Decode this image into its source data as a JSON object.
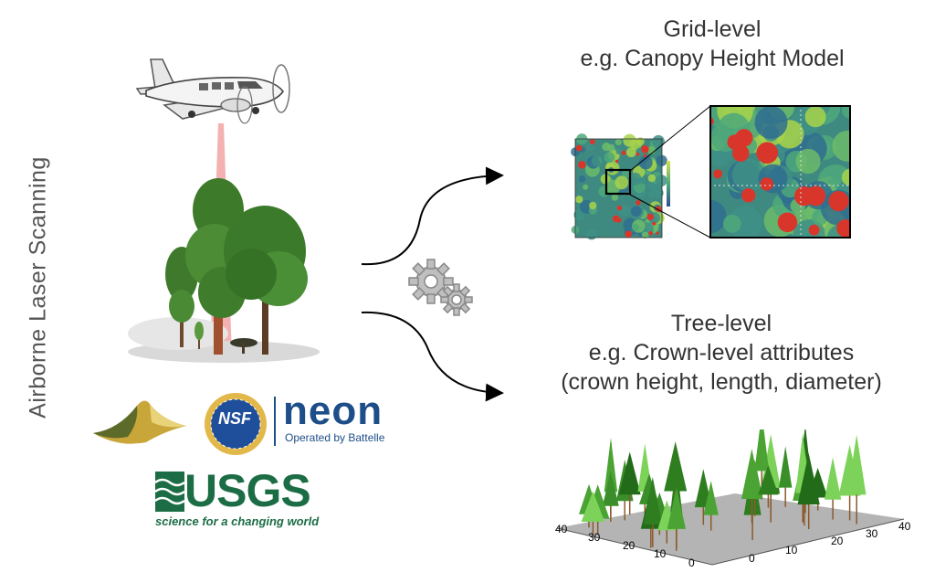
{
  "side_title": "Airborne Laser Scanning",
  "grid": {
    "title_line1": "Grid-level",
    "title_line2": "e.g. Canopy Height Model"
  },
  "tree": {
    "title_line1": "Tree-level",
    "title_line2": "e.g. Crown-level attributes",
    "title_line3": "(crown height, length, diameter)"
  },
  "logos": {
    "nsf": "NSF",
    "neon": "neon",
    "neon_sub": "Operated by Battelle",
    "usgs": "USGS",
    "usgs_sub": "science for a changing world"
  },
  "axes_3d": {
    "left_ticks": [
      "40",
      "30",
      "20",
      "10",
      "0"
    ],
    "right_ticks": [
      "0",
      "10",
      "20",
      "30",
      "40"
    ]
  },
  "icons": [
    "airplane-icon",
    "gear-icon",
    "arrow-icon"
  ],
  "colors": {
    "canopy_low": "#2f6f8f",
    "canopy_mid": "#4ea87a",
    "canopy_high": "#a8d34a",
    "gap_red": "#d9362b",
    "laser": "#f2a3a3"
  }
}
